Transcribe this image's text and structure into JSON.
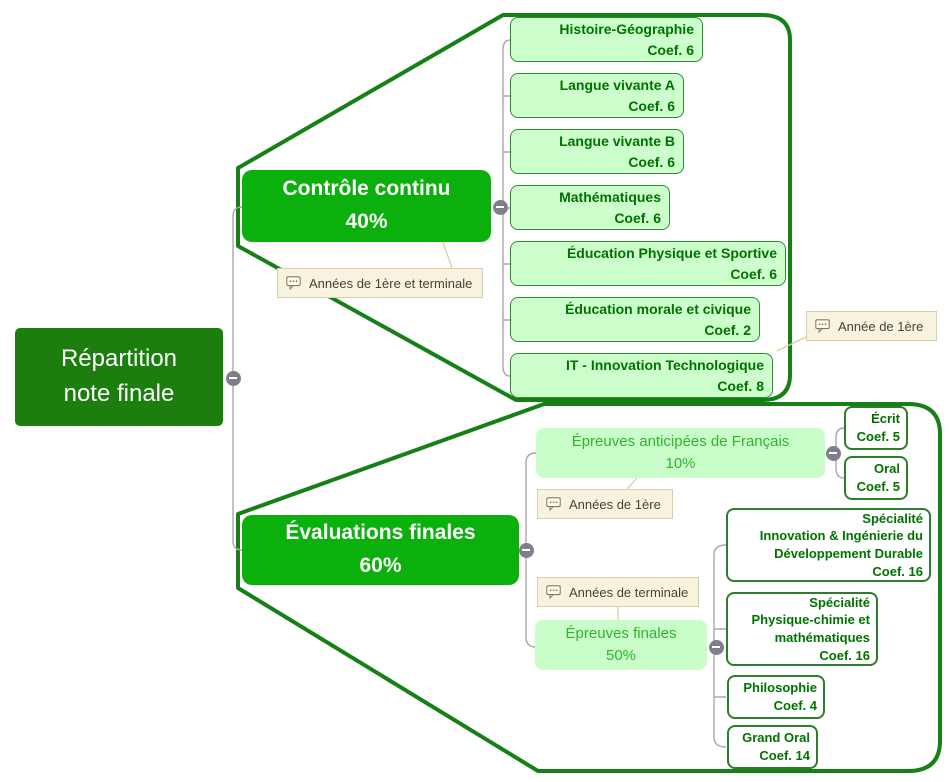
{
  "title": "Répartition note finale",
  "colors": {
    "root_bg": "#1b7e0d",
    "branch_bg": "#0cb00c",
    "child_bg": "#ccffcc",
    "child_border": "#2e8b2e",
    "child_text": "#007200",
    "mid_bg": "#c9fec9",
    "mid_text": "#30b430",
    "cloud_outline": "#168016",
    "edge_gray": "#a8a8a8",
    "note_bg": "#f8f3de",
    "note_text": "#44443a",
    "handle_gray": "#7f7f8b"
  },
  "root": {
    "text": "Répartition\nnote finale"
  },
  "branch1": {
    "title": "Contrôle continu\n40%",
    "note": "Années de 1ère et terminale",
    "children": [
      {
        "text": "Histoire-Géographie\nCoef. 6"
      },
      {
        "text": "Langue vivante A\nCoef. 6"
      },
      {
        "text": "Langue vivante B\nCoef. 6"
      },
      {
        "text": "Mathématiques\nCoef. 6"
      },
      {
        "text": "Éducation Physique et Sportive\nCoef. 6"
      },
      {
        "text": "Éducation morale et civique\nCoef. 2"
      },
      {
        "text": "IT - Innovation Technologique\nCoef. 8",
        "note": "Année de 1ère"
      }
    ]
  },
  "branch2": {
    "title": "Évaluations finales\n60%",
    "children": [
      {
        "text": "Épreuves anticipées de Français\n10%",
        "note": "Années de 1ère",
        "children": [
          {
            "text": "Écrit\nCoef. 5"
          },
          {
            "text": "Oral\nCoef. 5"
          }
        ]
      },
      {
        "text": "Épreuves finales\n50%",
        "note": "Années de terminale",
        "children": [
          {
            "text": "Spécialité\nInnovation & Ingénierie du\nDéveloppement Durable\nCoef. 16"
          },
          {
            "text": "Spécialité\nPhysique-chimie et\nmathématiques\nCoef. 16"
          },
          {
            "text": "Philosophie\nCoef. 4"
          },
          {
            "text": "Grand Oral\nCoef. 14"
          }
        ]
      }
    ]
  }
}
